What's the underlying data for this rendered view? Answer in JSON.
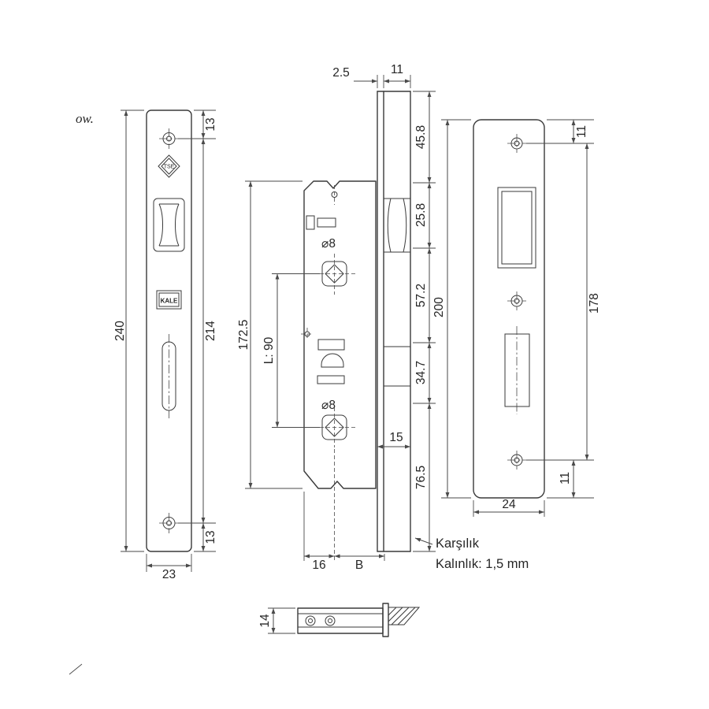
{
  "watermark": "ow.",
  "front_plate": {
    "length": "240",
    "hole_spacing": "214",
    "top_offset": "13",
    "bottom_offset": "13",
    "width": "23",
    "tse": "TSE",
    "brand": "KALE"
  },
  "lock_body": {
    "plate_thickness": "2.5",
    "plate_width": "11",
    "seg1": "45.8",
    "seg2": "25.8",
    "seg3": "57.2",
    "seg4": "34.7",
    "seg5": "76.5",
    "body_length": "172.5",
    "centers": "L: 90",
    "dia_top": "⌀8",
    "dia_bottom": "⌀8",
    "offset15": "15",
    "backset16": "16",
    "backsetB": "B"
  },
  "strike_plate": {
    "length": "200",
    "hole_spacing": "178",
    "top_offset": "11",
    "bottom_offset": "11",
    "width": "24"
  },
  "section": {
    "thickness": "14"
  },
  "note": {
    "line1": "Karşılık",
    "line2": "Kalınlık: 1,5 mm"
  }
}
